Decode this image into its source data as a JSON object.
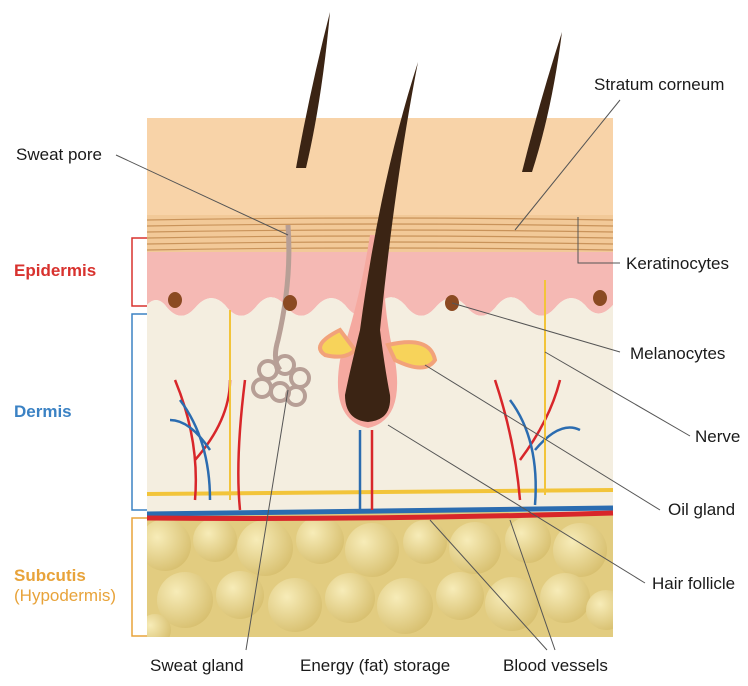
{
  "labels": {
    "stratum_corneum": "Stratum corneum",
    "keratinocytes": "Keratinocytes",
    "melanocytes": "Melanocytes",
    "nerve": "Nerve",
    "oil_gland": "Oil gland",
    "hair_follicle": "Hair follicle",
    "sweat_pore": "Sweat pore",
    "sweat_gland": "Sweat gland",
    "energy_storage": "Energy (fat) storage",
    "blood_vessels": "Blood vessels"
  },
  "sections": {
    "epidermis": "Epidermis",
    "dermis": "Dermis",
    "subcutis": "Subcutis",
    "hypodermis": "(Hypodermis)"
  },
  "colors": {
    "epidermis": "#d8322e",
    "dermis": "#3b82c4",
    "subcutis": "#e8a33a",
    "surface": "#f8d3a8",
    "skin_pink": "#f5b9b4",
    "dermis_fill": "#f4eee0",
    "fat": "#e6d38c",
    "hair": "#3b2414",
    "artery": "#d8262a",
    "vein": "#2b6cb0"
  }
}
